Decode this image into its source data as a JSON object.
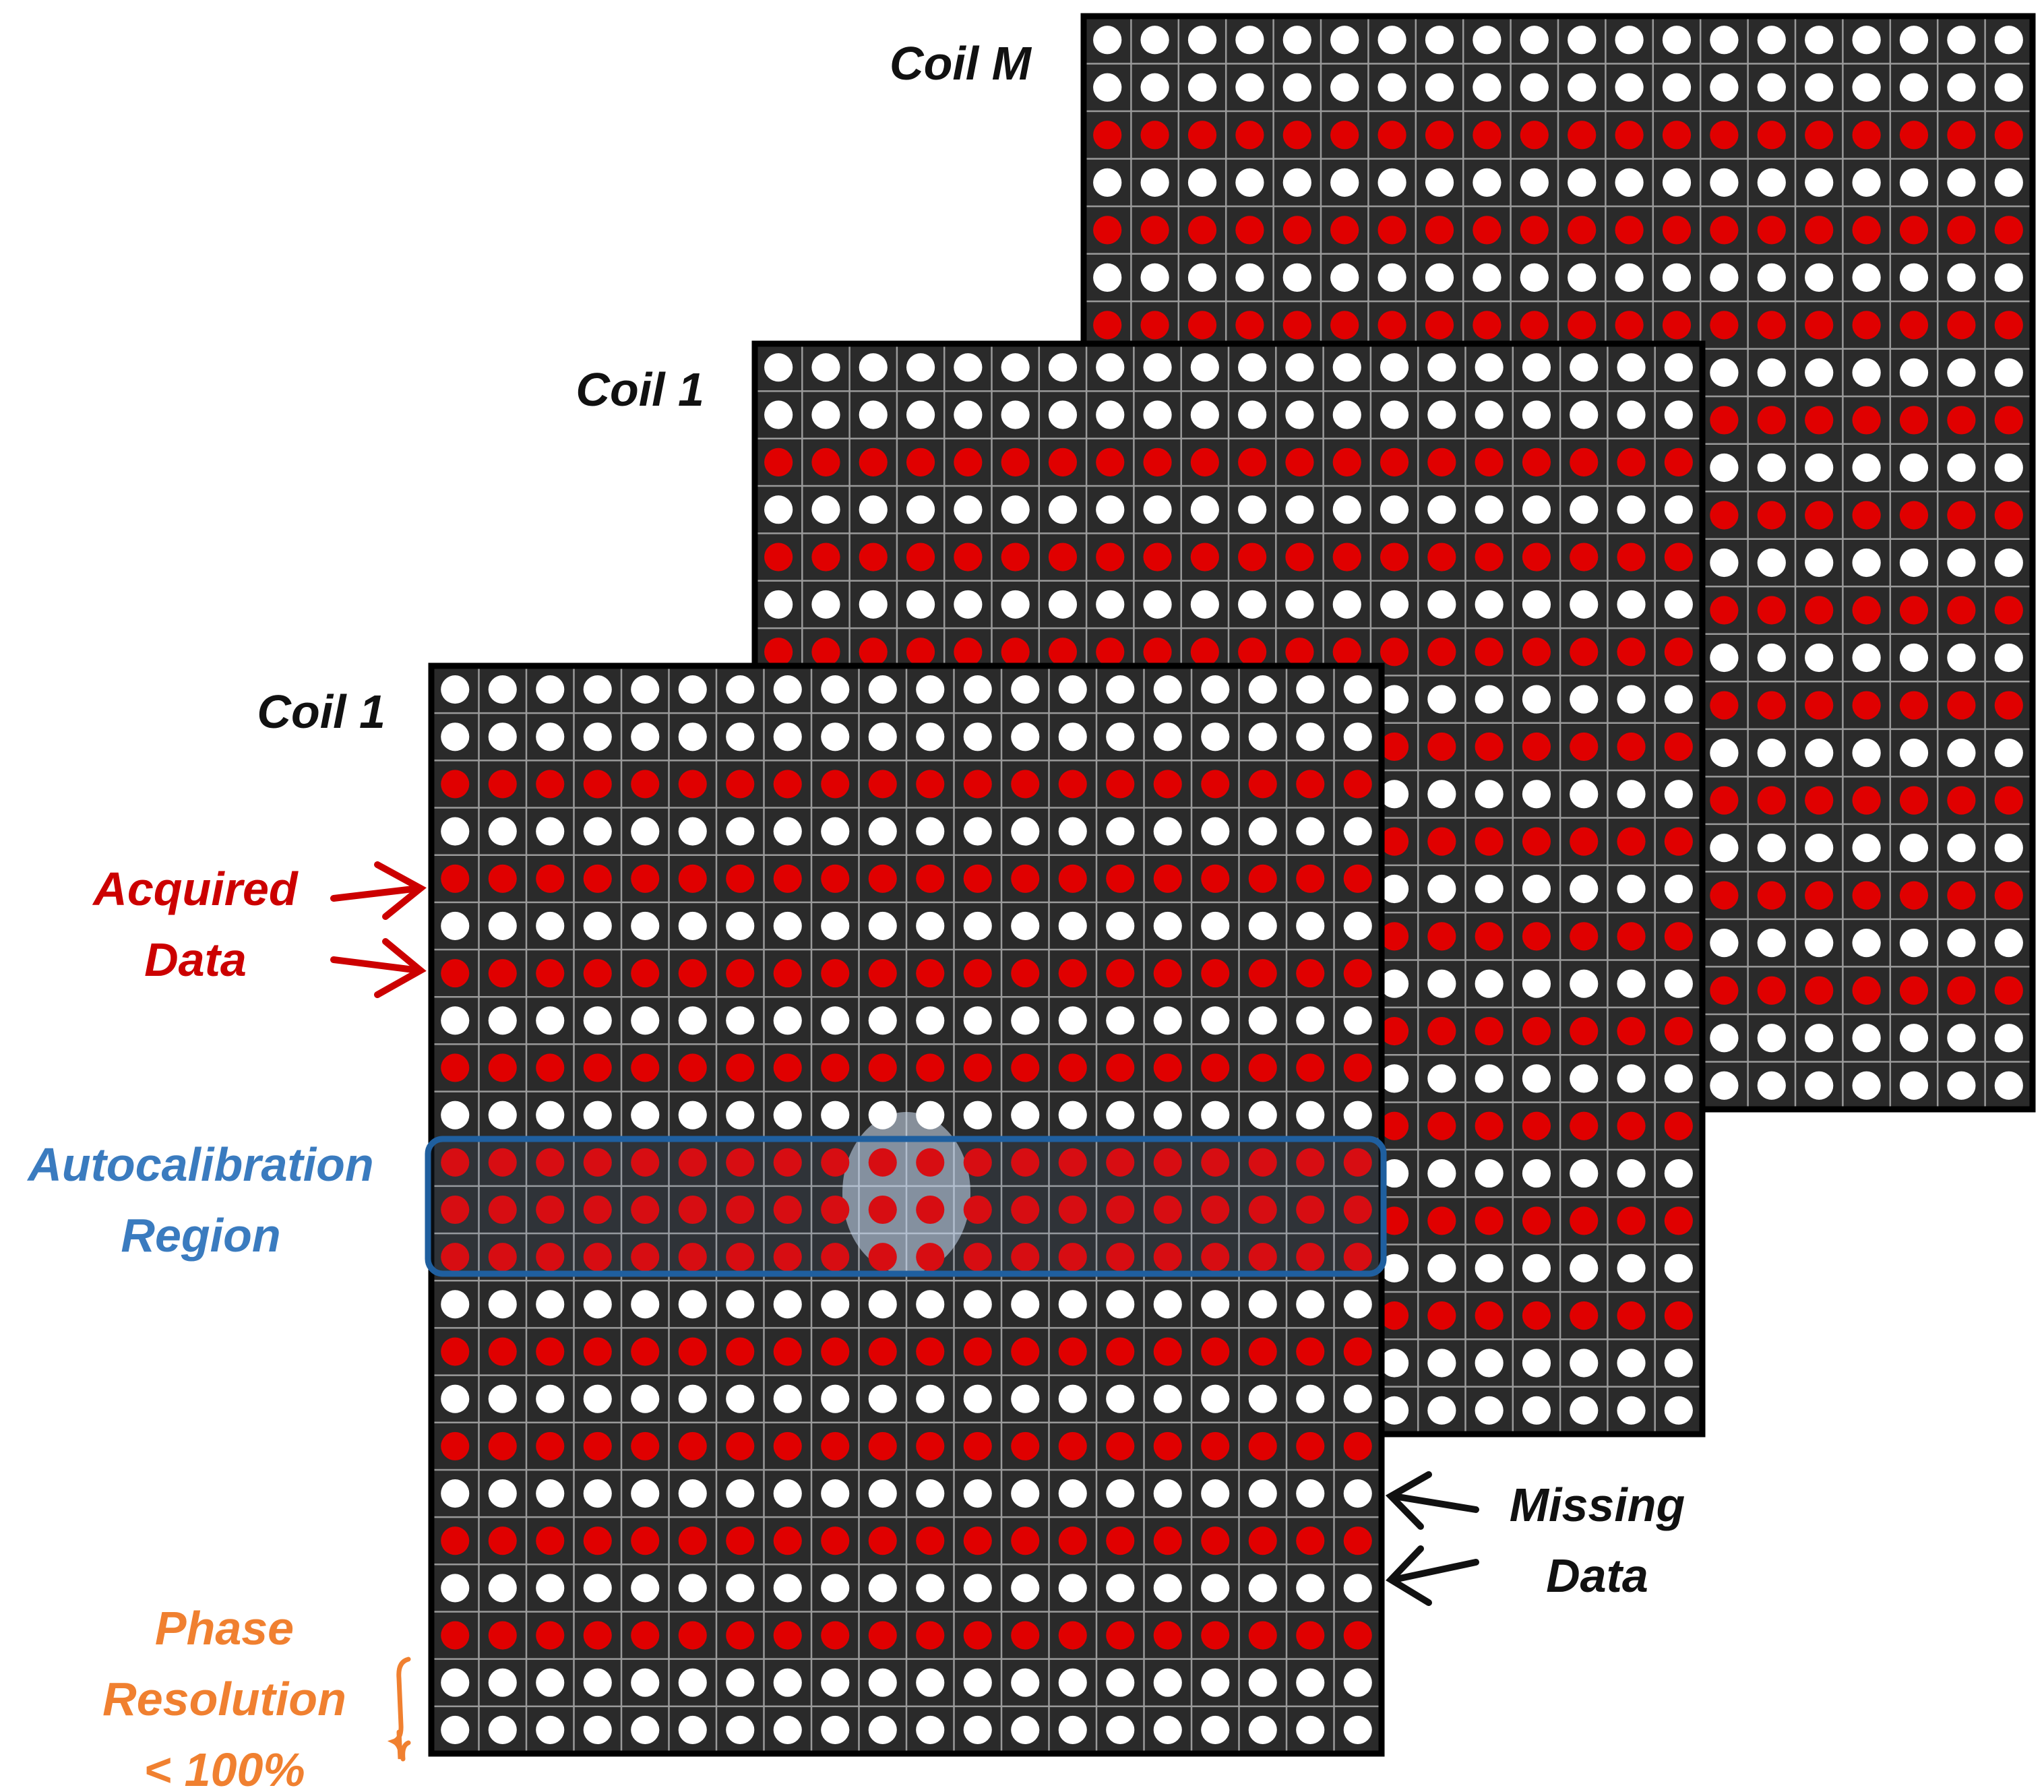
{
  "labels": {
    "coil_back": "Coil M",
    "coil_middle": "Coil 1",
    "coil_front": "Coil 1",
    "acquired_line1": "Acquired",
    "acquired_line2": "Data",
    "autocal_line1": "Autocalibration",
    "autocal_line2": "Region",
    "missing_line1": "Missing",
    "missing_line2": "Data",
    "phase_line1": "Phase",
    "phase_line2": "Resolution",
    "phase_line3": "< 100%"
  },
  "grid": {
    "columns": 20,
    "rows": 23,
    "front_row_pattern": [
      "white",
      "white",
      "red",
      "white",
      "red",
      "white",
      "red",
      "white",
      "red",
      "white",
      "red",
      "red",
      "red",
      "white",
      "red",
      "white",
      "red",
      "white",
      "red",
      "white",
      "red",
      "white",
      "white"
    ],
    "back_row_pattern": [
      "white",
      "white",
      "red",
      "white",
      "red",
      "white",
      "red",
      "white",
      "red",
      "white",
      "red",
      "white",
      "red",
      "white",
      "red",
      "white",
      "red",
      "white",
      "red",
      "white",
      "red",
      "white",
      "white"
    ],
    "autocalibration_rows": [
      10,
      11,
      12
    ]
  },
  "colors": {
    "acquired": "#e00000",
    "missing": "#ffffff",
    "panel_bg": "#2a2a2a",
    "grid_line": "#9a9a9a",
    "acquired_label": "#cc0000",
    "autocal": "#1f5f9f",
    "autocal_label": "#3a7bbf",
    "phase_label": "#f08030",
    "text_dark": "#111111"
  }
}
